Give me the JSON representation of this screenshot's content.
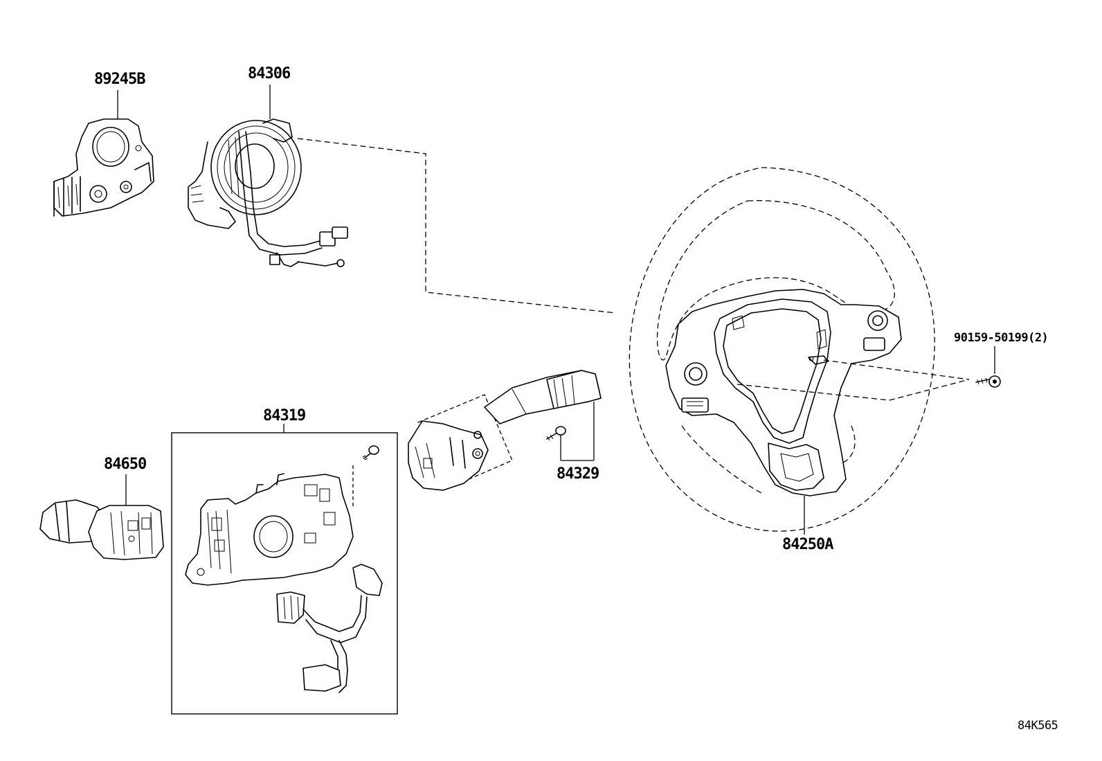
{
  "diagram": {
    "ref_code": "84K565",
    "parts": [
      {
        "id": "89245B",
        "label": "89245B"
      },
      {
        "id": "84306",
        "label": "84306"
      },
      {
        "id": "84319",
        "label": "84319"
      },
      {
        "id": "84650",
        "label": "84650"
      },
      {
        "id": "84329",
        "label": "84329"
      },
      {
        "id": "84250A",
        "label": "84250A"
      },
      {
        "id": "90159-50199",
        "label": "90159-50199(2)"
      }
    ]
  }
}
